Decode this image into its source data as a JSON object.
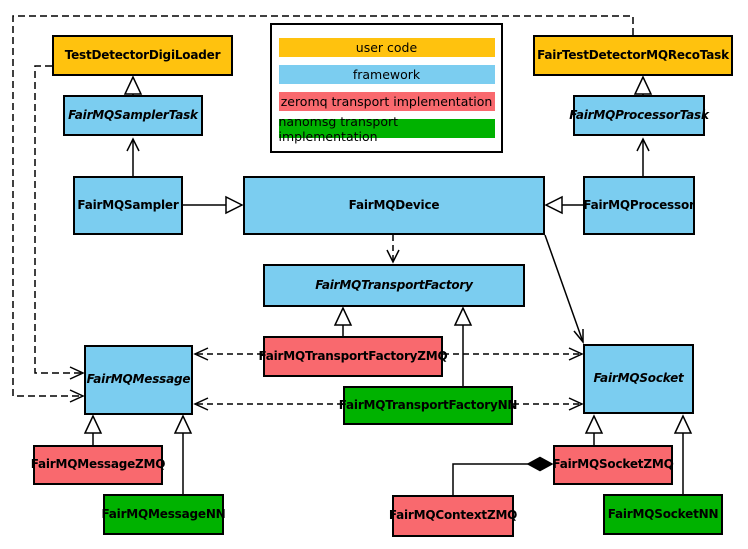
{
  "colors": {
    "user_code": "#FFC20E",
    "framework": "#7BCDF0",
    "zeromq": "#F9696E",
    "nanomsg": "#00B200",
    "line": "#000000",
    "background": "#FFFFFF"
  },
  "legend": {
    "items": [
      {
        "label": "user code"
      },
      {
        "label": "framework"
      },
      {
        "label": "zeromq transport implementation"
      },
      {
        "label": "nanomsg transport implementation"
      }
    ]
  },
  "nodes": {
    "testDetectorDigiLoader": {
      "label": "TestDetectorDigiLoader",
      "layer": "user code",
      "abstract": false
    },
    "fairTestDetectorMQRecoTask": {
      "label": "FairTestDetectorMQRecoTask",
      "layer": "user code",
      "abstract": false
    },
    "fairMQSamplerTask": {
      "label": "FairMQSamplerTask",
      "layer": "framework",
      "abstract": true
    },
    "fairMQProcessorTask": {
      "label": "FairMQProcessorTask",
      "layer": "framework",
      "abstract": true
    },
    "fairMQSampler": {
      "label": "FairMQSampler",
      "layer": "framework",
      "abstract": false
    },
    "fairMQDevice": {
      "label": "FairMQDevice",
      "layer": "framework",
      "abstract": false
    },
    "fairMQProcessor": {
      "label": "FairMQProcessor",
      "layer": "framework",
      "abstract": false
    },
    "fairMQTransportFactory": {
      "label": "FairMQTransportFactory",
      "layer": "framework",
      "abstract": true
    },
    "fairMQTransportFactoryZMQ": {
      "label": "FairMQTransportFactoryZMQ",
      "layer": "zeromq",
      "abstract": false
    },
    "fairMQTransportFactoryNN": {
      "label": "FairMQTransportFactoryNN",
      "layer": "nanomsg",
      "abstract": false
    },
    "fairMQMessage": {
      "label": "FairMQMessage",
      "layer": "framework",
      "abstract": true
    },
    "fairMQSocket": {
      "label": "FairMQSocket",
      "layer": "framework",
      "abstract": true
    },
    "fairMQMessageZMQ": {
      "label": "FairMQMessageZMQ",
      "layer": "zeromq",
      "abstract": false
    },
    "fairMQMessageNN": {
      "label": "FairMQMessageNN",
      "layer": "nanomsg",
      "abstract": false
    },
    "fairMQSocketZMQ": {
      "label": "FairMQSocketZMQ",
      "layer": "zeromq",
      "abstract": false
    },
    "fairMQContextZMQ": {
      "label": "FairMQContextZMQ",
      "layer": "zeromq",
      "abstract": false
    },
    "fairMQSocketNN": {
      "label": "FairMQSocketNN",
      "layer": "nanomsg",
      "abstract": false
    }
  },
  "relationships": [
    {
      "from": "FairMQSamplerTask",
      "to": "TestDetectorDigiLoader",
      "type": "generalization-hollow-triangle"
    },
    {
      "from": "FairMQProcessorTask",
      "to": "FairTestDetectorMQRecoTask",
      "type": "generalization-hollow-triangle"
    },
    {
      "from": "FairMQSampler",
      "to": "FairMQDevice",
      "type": "generalization-hollow-triangle"
    },
    {
      "from": "FairMQProcessor",
      "to": "FairMQDevice",
      "type": "generalization-hollow-triangle"
    },
    {
      "from": "FairMQTransportFactoryZMQ",
      "to": "FairMQTransportFactory",
      "type": "generalization-hollow-triangle"
    },
    {
      "from": "FairMQTransportFactoryNN",
      "to": "FairMQTransportFactory",
      "type": "generalization-hollow-triangle"
    },
    {
      "from": "FairMQMessageZMQ",
      "to": "FairMQMessage",
      "type": "generalization-hollow-triangle"
    },
    {
      "from": "FairMQMessageNN",
      "to": "FairMQMessage",
      "type": "generalization-hollow-triangle"
    },
    {
      "from": "FairMQSocketZMQ",
      "to": "FairMQSocket",
      "type": "generalization-hollow-triangle"
    },
    {
      "from": "FairMQSocketNN",
      "to": "FairMQSocket",
      "type": "generalization-hollow-triangle"
    },
    {
      "from": "FairMQSampler",
      "to": "FairMQSamplerTask",
      "type": "association-open-arrow"
    },
    {
      "from": "FairMQProcessor",
      "to": "FairMQProcessorTask",
      "type": "association-open-arrow"
    },
    {
      "from": "FairMQDevice",
      "to": "FairMQSocket",
      "type": "association-open-arrow"
    },
    {
      "from": "FairMQDevice",
      "to": "FairMQTransportFactory",
      "type": "dependency-dashed-arrow"
    },
    {
      "from": "FairMQTransportFactoryZMQ",
      "to": "FairMQMessage",
      "type": "dependency-dashed-arrow"
    },
    {
      "from": "FairMQTransportFactoryZMQ",
      "to": "FairMQSocket",
      "type": "dependency-dashed-arrow"
    },
    {
      "from": "FairMQTransportFactoryNN",
      "to": "FairMQMessage",
      "type": "dependency-dashed-arrow"
    },
    {
      "from": "FairMQTransportFactoryNN",
      "to": "FairMQSocket",
      "type": "dependency-dashed-arrow"
    },
    {
      "from": "TestDetectorDigiLoader",
      "to": "FairMQMessage",
      "type": "dependency-dashed-arrow"
    },
    {
      "from": "FairTestDetectorMQRecoTask",
      "to": "FairMQMessage",
      "type": "dependency-dashed-arrow"
    },
    {
      "from": "FairMQSocketZMQ",
      "to": "FairMQContextZMQ",
      "type": "composition-filled-diamond"
    }
  ]
}
